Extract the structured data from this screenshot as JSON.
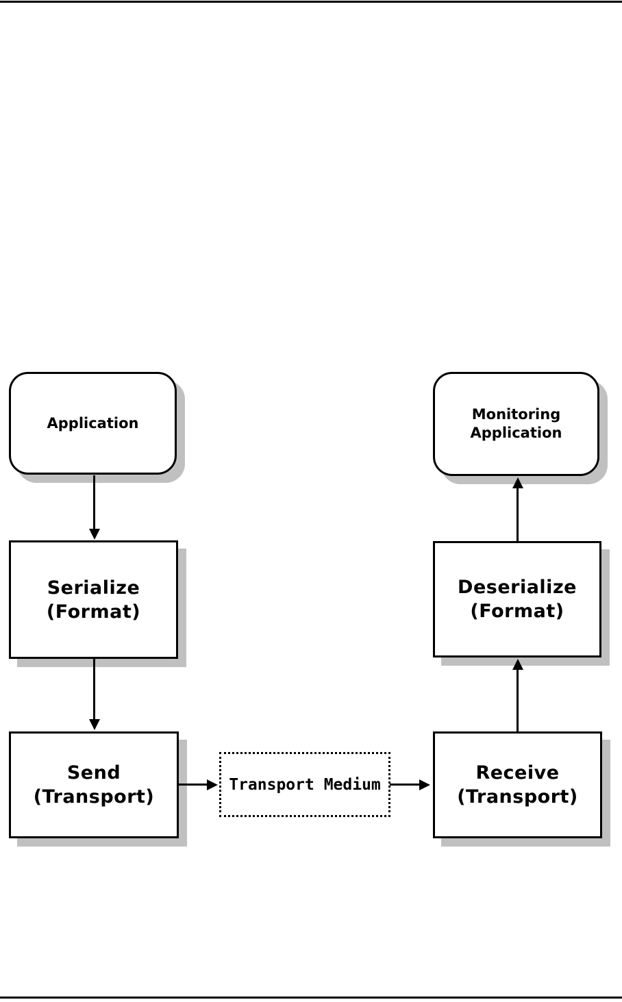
{
  "colors": {
    "line": "#000000",
    "shadow": "#c0c0c0",
    "background": "#ffffff"
  },
  "nodes": {
    "application": {
      "label": "Application"
    },
    "monitoring_application": {
      "line1": "Monitoring",
      "line2": "Application"
    },
    "serialize": {
      "line1": "Serialize",
      "line2": "(Format)"
    },
    "deserialize": {
      "line1": "Deserialize",
      "line2": "(Format)"
    },
    "send": {
      "line1": "Send",
      "line2": "(Transport)"
    },
    "receive": {
      "line1": "Receive",
      "line2": "(Transport)"
    },
    "transport_medium": {
      "label": "Transport Medium"
    }
  },
  "arrows": [
    {
      "from": "application",
      "to": "serialize",
      "direction": "down"
    },
    {
      "from": "serialize",
      "to": "send",
      "direction": "down"
    },
    {
      "from": "send",
      "to": "transport_medium",
      "direction": "right"
    },
    {
      "from": "transport_medium",
      "to": "receive",
      "direction": "right"
    },
    {
      "from": "receive",
      "to": "deserialize",
      "direction": "up"
    },
    {
      "from": "deserialize",
      "to": "monitoring_application",
      "direction": "up"
    }
  ]
}
